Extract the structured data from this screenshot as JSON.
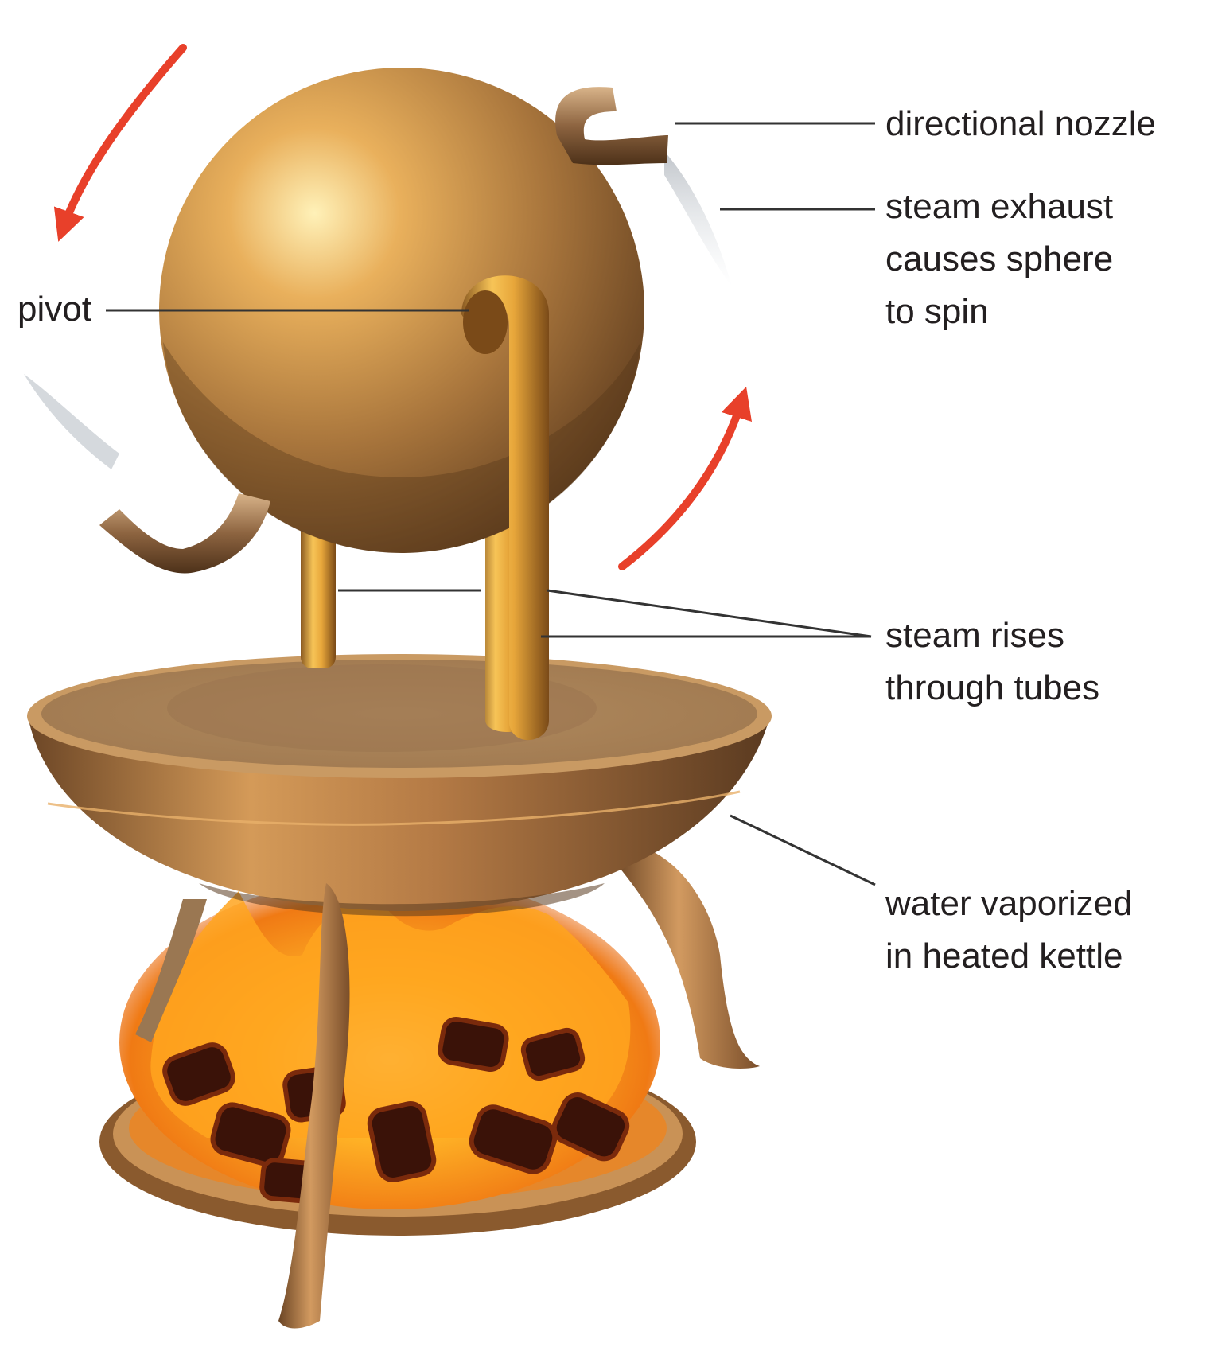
{
  "labels": {
    "directional_nozzle": "directional nozzle",
    "steam_exhaust": [
      "steam exhaust",
      "causes sphere",
      "to spin"
    ],
    "pivot": "pivot",
    "steam_rises": [
      "steam rises",
      "through tubes"
    ],
    "water_vaporized": [
      "water vaporized",
      "in heated kettle"
    ]
  },
  "colors": {
    "rotation_arrow": "#e8402a",
    "leader_line": "#333333",
    "label_text": "#231f20",
    "brass": "#c8934a",
    "brass_dark": "#6e4722",
    "fire": "#ffa51e",
    "coal": "#3a1208"
  },
  "icons": {
    "rotation_arrows": "curved-arrow-icon"
  }
}
